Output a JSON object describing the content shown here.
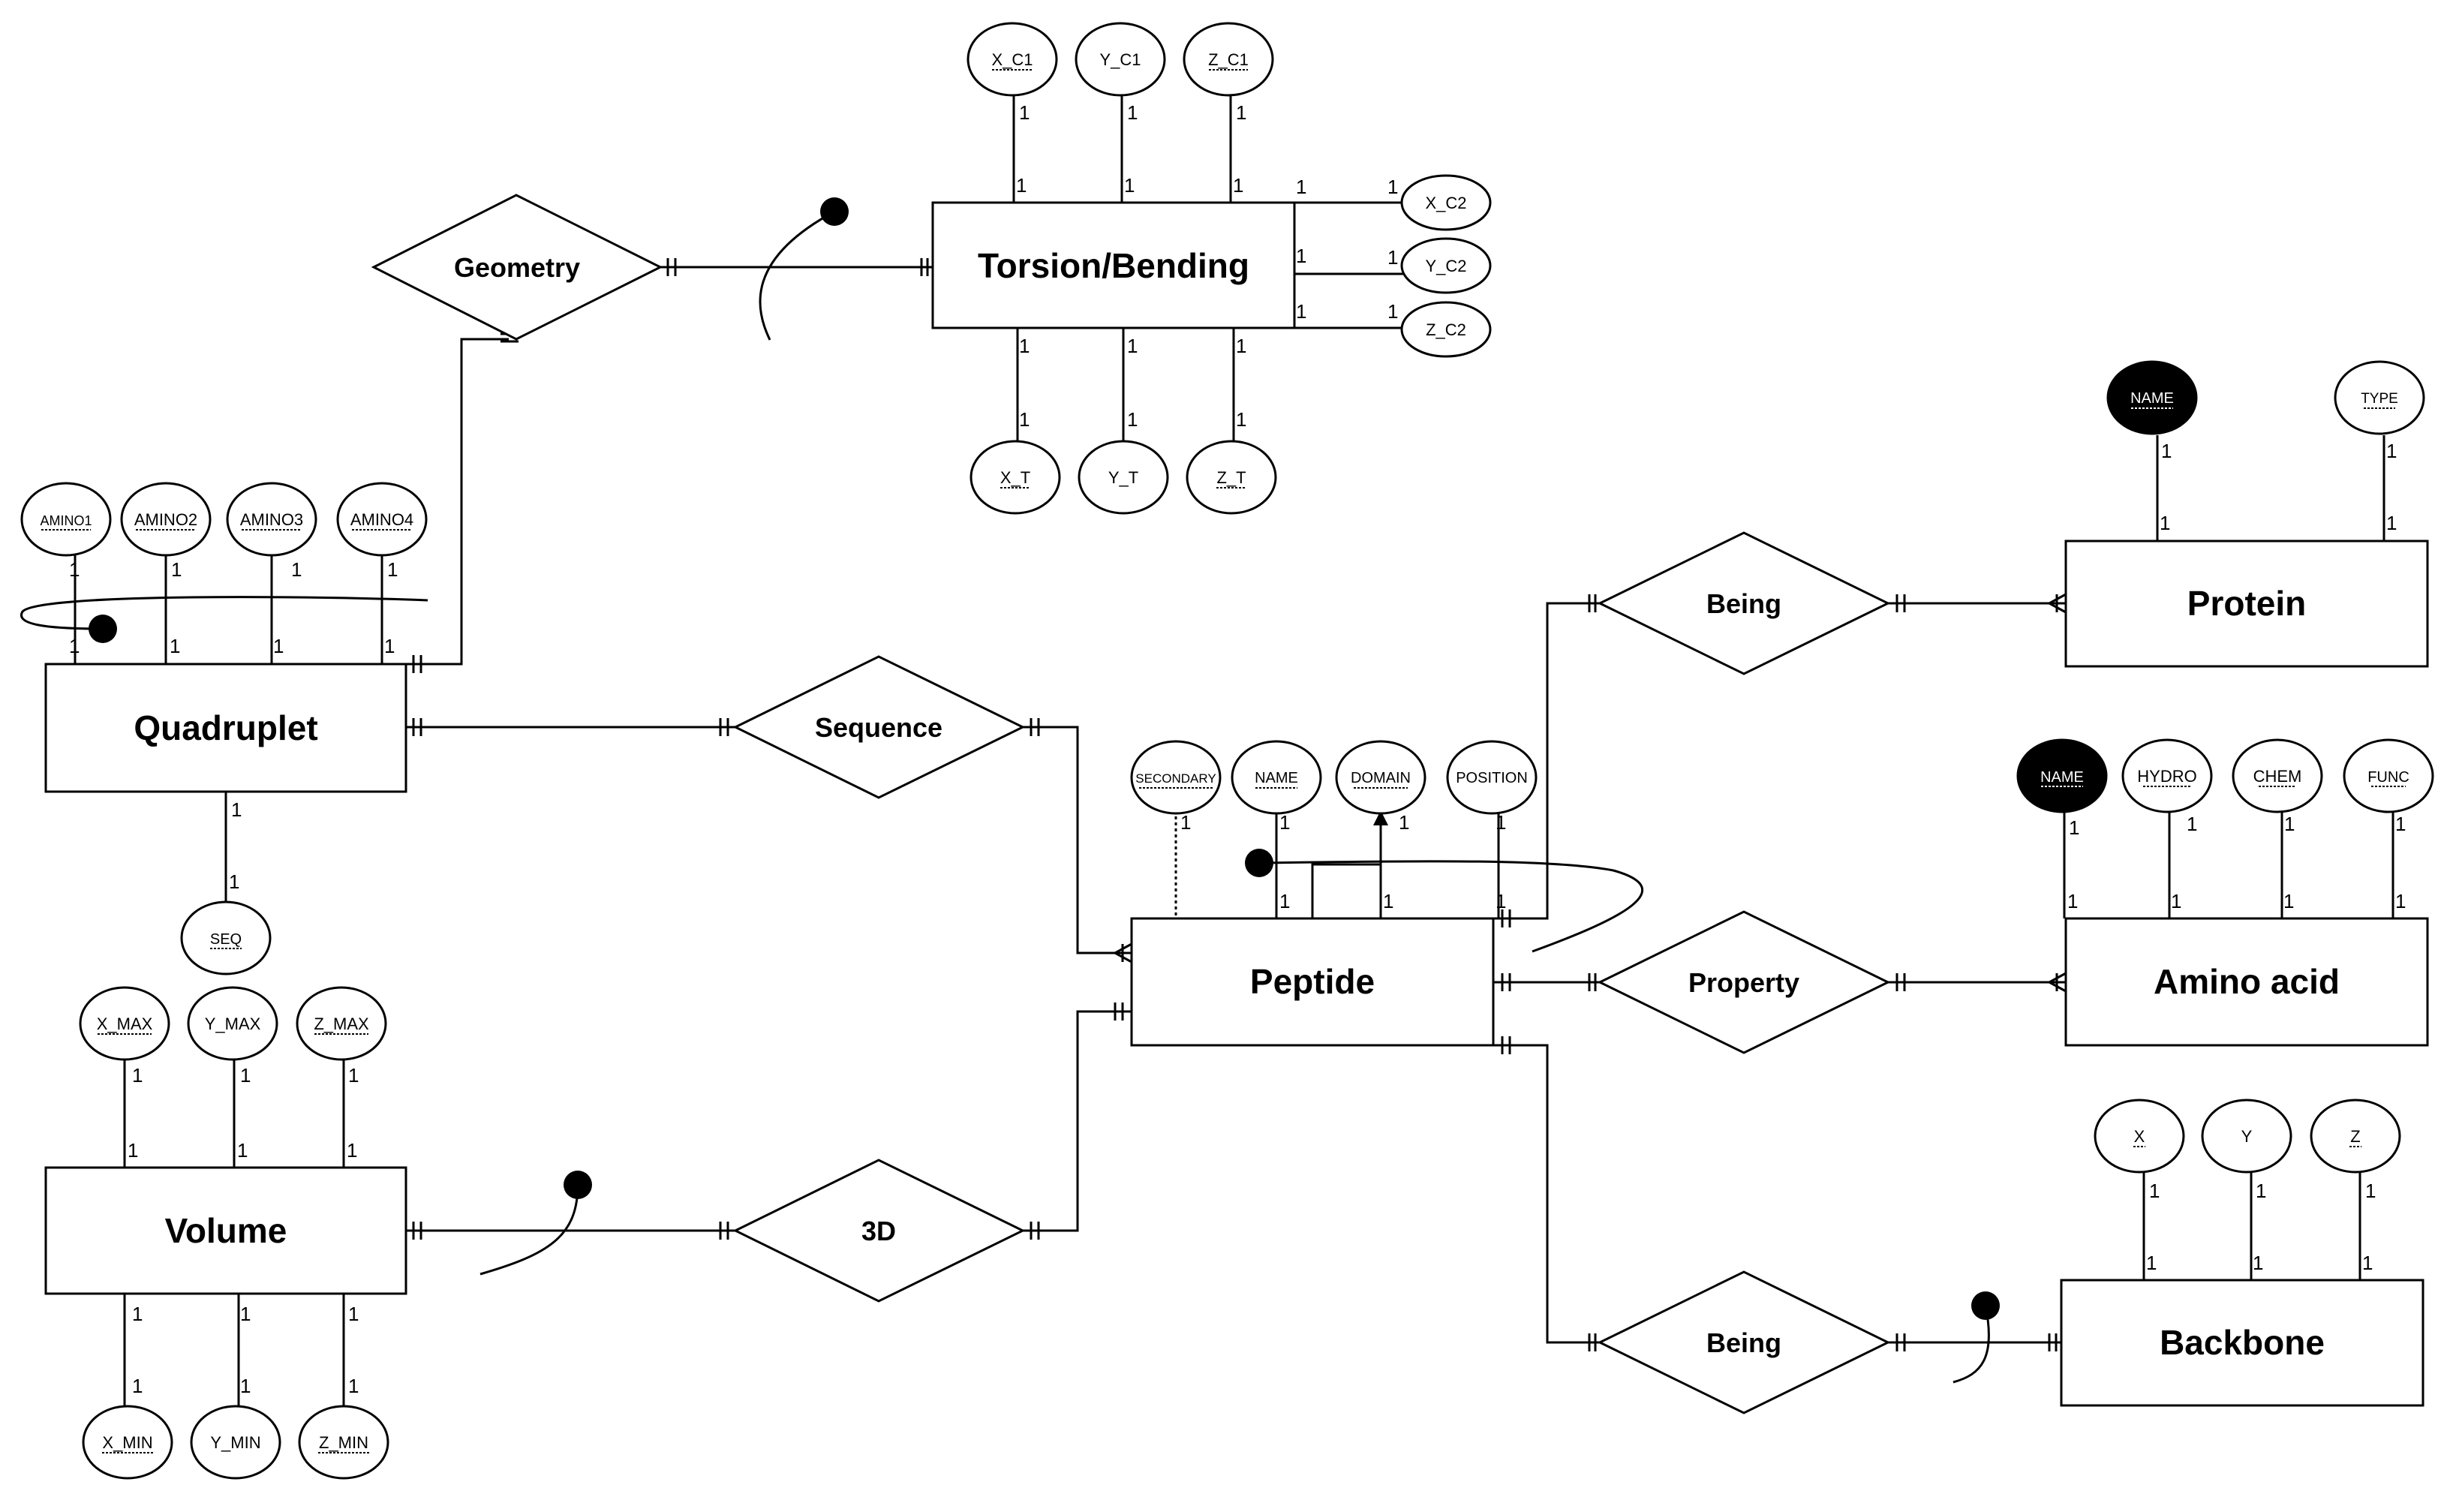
{
  "entities": {
    "torsion": "Torsion/Bending",
    "quadruplet": "Quadruplet",
    "peptide": "Peptide",
    "protein": "Protein",
    "amino_acid": "Amino acid",
    "volume": "Volume",
    "backbone": "Backbone"
  },
  "relationships": {
    "geometry": "Geometry",
    "sequence": "Sequence",
    "three_d": "3D",
    "being_protein": "Being",
    "property": "Property",
    "being_backbone": "Being"
  },
  "attributes": {
    "x_c1": "X_C1",
    "y_c1": "Y_C1",
    "z_c1": "Z_C1",
    "x_c2": "X_C2",
    "y_c2": "Y_C2",
    "z_c2": "Z_C2",
    "x_t": "X_T",
    "y_t": "Y_T",
    "z_t": "Z_T",
    "amino1": "AMINO1",
    "amino2": "AMINO2",
    "amino3": "AMINO3",
    "amino4": "AMINO4",
    "seq": "SEQ",
    "x_max": "X_MAX",
    "y_max": "Y_MAX",
    "z_max": "Z_MAX",
    "x_min": "X_MIN",
    "y_min": "Y_MIN",
    "z_min": "Z_MIN",
    "secondary": "SECONDARY",
    "pep_name": "NAME",
    "domain": "DOMAIN",
    "position": "POSITION",
    "protein_name": "NAME",
    "protein_type": "TYPE",
    "aa_name": "NAME",
    "hydro": "HYDRO",
    "chem": "CHEM",
    "func": "FUNC",
    "bb_x": "X",
    "bb_y": "Y",
    "bb_z": "Z"
  },
  "cardinality": "1"
}
